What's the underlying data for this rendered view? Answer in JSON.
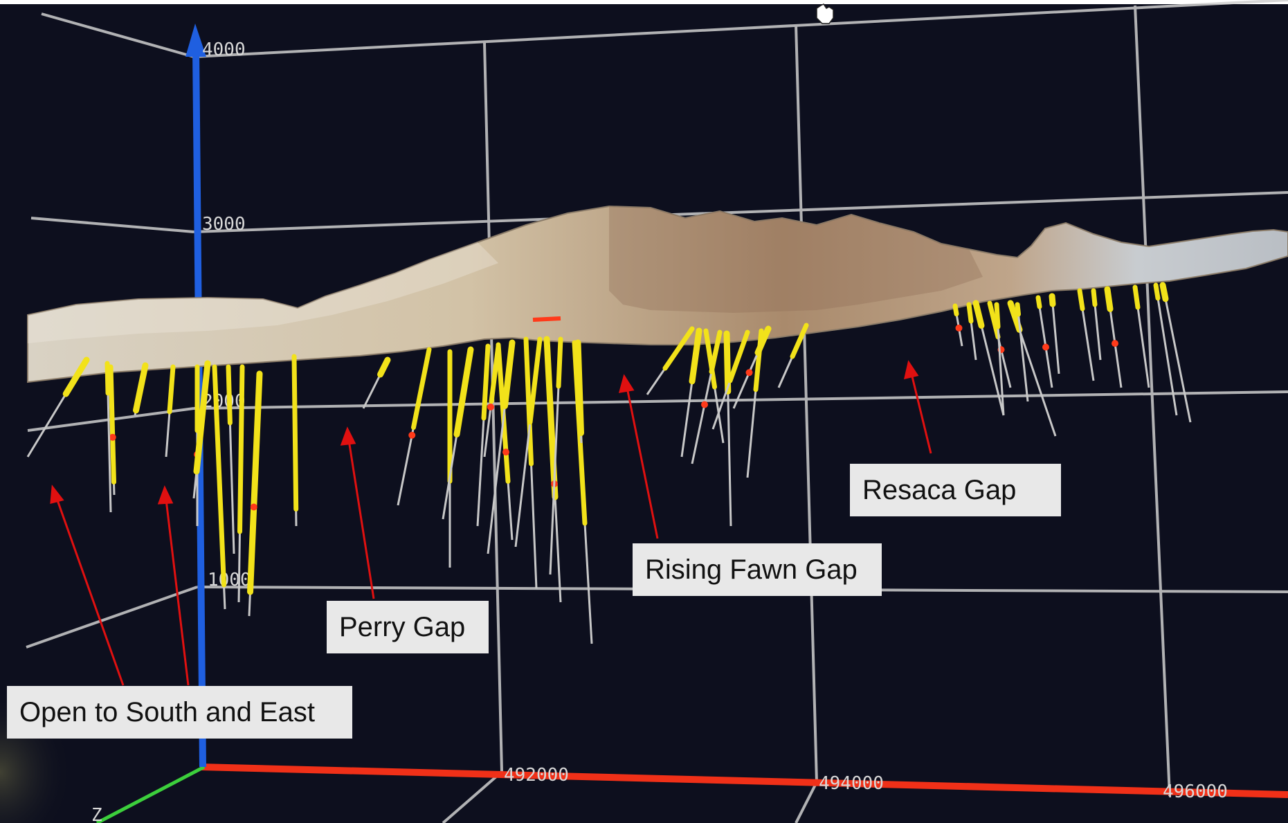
{
  "callouts": {
    "open_south_east": "Open to South and East",
    "perry_gap": "Perry Gap",
    "rising_fawn_gap": "Rising Fawn Gap",
    "resaca_gap": "Resaca Gap"
  },
  "axis": {
    "elevation_ticks": [
      "4000",
      "3000",
      "2000",
      "1000"
    ],
    "easting_ticks": [
      "492000",
      "494000",
      "496000"
    ],
    "z_label": "Z"
  },
  "colors": {
    "background": "#0d0f1e",
    "grid": "#cfcfcf",
    "vertical_axis": "#1f5fe0",
    "easting_axis": "#f03018",
    "z_axis": "#3ccf3c",
    "drill_hole_collar": "#f2e21a",
    "drill_hole_trace": "#c8c8c8",
    "high_grade_marker": "#ff3a1a",
    "terrain": "#c9b8a0",
    "arrow": "#e01010",
    "callout_box": "#e8e8e8"
  }
}
